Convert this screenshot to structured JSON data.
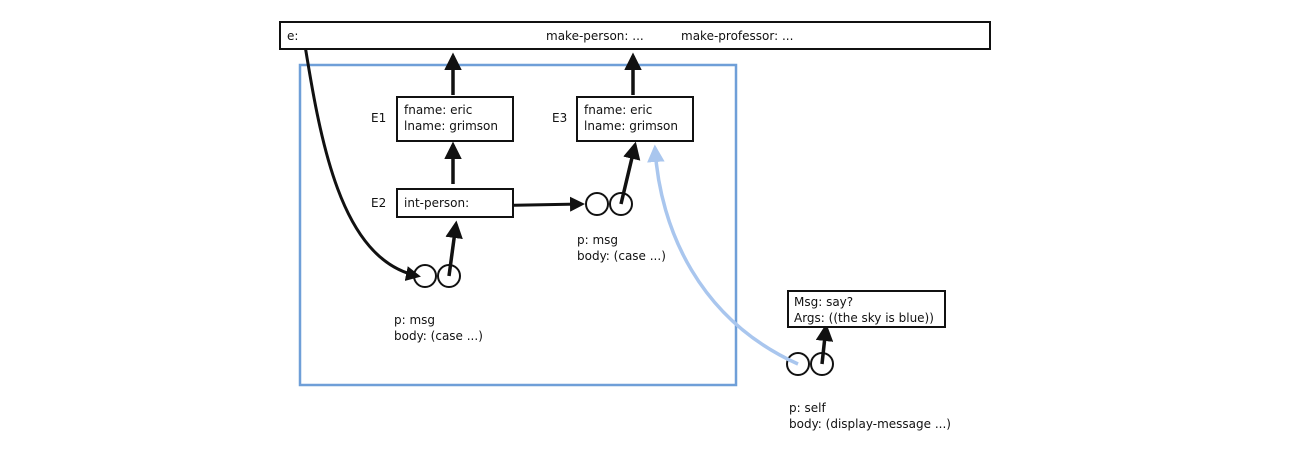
{
  "global_frame": {
    "var_e": "e:",
    "var_make_person": "make-person: ...",
    "var_make_professor": "make-professor: ..."
  },
  "frames": {
    "e1": {
      "name": "E1",
      "line1": "fname: eric",
      "line2": "lname: grimson"
    },
    "e3": {
      "name": "E3",
      "line1": "fname: eric",
      "line2": "lname: grimson"
    },
    "e2": {
      "name": "E2",
      "line1": "int-person:"
    },
    "message": {
      "line1": "Msg: say?",
      "line2": "Args: ((the sky is blue))"
    }
  },
  "procedures": {
    "proc_left": {
      "params": "p: msg",
      "body": "body: (case ...)"
    },
    "proc_middle": {
      "params": "p: msg",
      "body": "body: (case ...)"
    },
    "proc_right": {
      "params": "p: self",
      "body": "body: (display-message ...)"
    }
  },
  "colors": {
    "ink": "#111111",
    "highlight": "#6f9fd8",
    "highlight_light": "#a9c6ee"
  }
}
